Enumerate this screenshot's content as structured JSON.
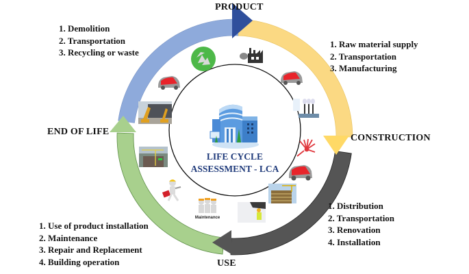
{
  "center": {
    "title_line1": "LIFE CYCLE",
    "title_line2": "ASSESSMENT - LCA",
    "icon": "office-building-icon"
  },
  "stages": {
    "product": {
      "label": "PRODUCT",
      "steps": [
        "1. Raw material supply",
        "2. Transportation",
        "3. Manufacturing"
      ],
      "arc_color": "#fbd983"
    },
    "construction": {
      "label": "CONSTRUCTION",
      "steps": [
        "1. Distribution",
        "2. Transportation",
        "3. Renovation",
        "4. Installation"
      ],
      "arc_color": "#555555"
    },
    "use": {
      "label": "USE",
      "steps": [
        "1. Use of product installation",
        "2. Maintenance",
        "3. Repair and Replacement",
        "4. Building operation"
      ],
      "arc_color": "#a8d08d"
    },
    "end_of_life": {
      "label": "END OF LIFE",
      "steps": [
        "1. Demolition",
        "2. Transportation",
        "3. Recycling or waste"
      ],
      "arc_color": "#8eaadb"
    }
  },
  "arrowhead_colors": {
    "product": "#2f4f9c",
    "construction": "#ffd966",
    "use": "#555555",
    "end_of_life": "#a8d08d"
  },
  "ring_icons": [
    {
      "name": "recycle-icon"
    },
    {
      "name": "factory-icon"
    },
    {
      "name": "car-icon"
    },
    {
      "name": "power-plant-icon"
    },
    {
      "name": "distribution-arrows-icon"
    },
    {
      "name": "car-icon"
    },
    {
      "name": "building-construction-photo"
    },
    {
      "name": "installation-worker-photo"
    },
    {
      "name": "maintenance-workers-icon",
      "caption": "Maintenance"
    },
    {
      "name": "repair-worker-icon"
    },
    {
      "name": "construction-site-photo"
    },
    {
      "name": "demolition-photo"
    },
    {
      "name": "car-icon"
    }
  ]
}
